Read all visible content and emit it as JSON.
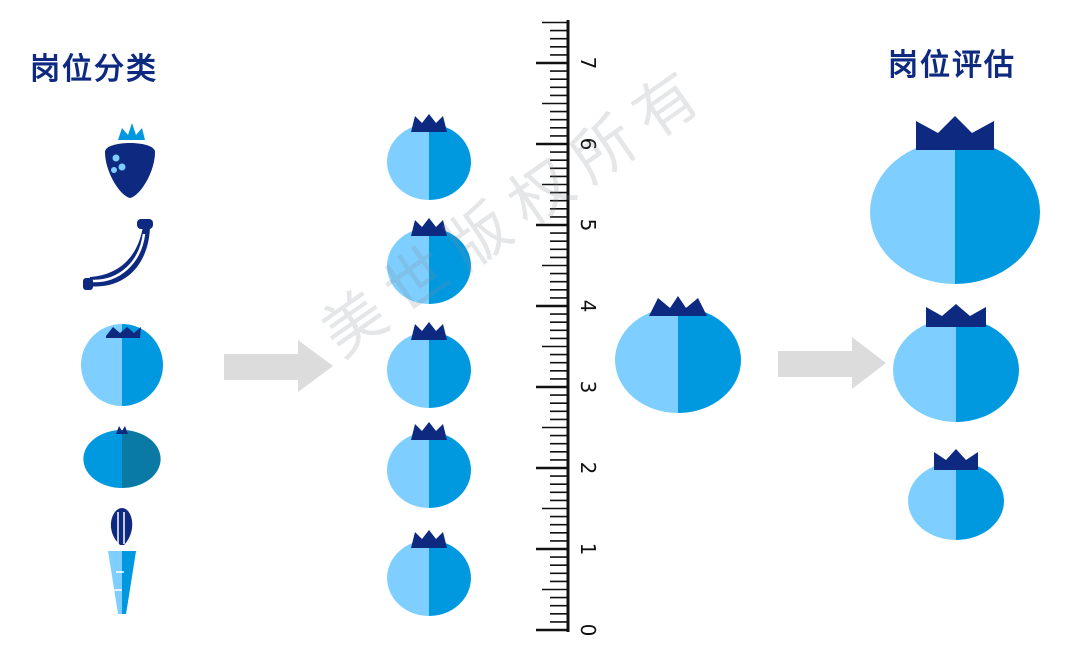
{
  "left_title": "岗位分类",
  "right_title": "岗位评估",
  "watermark": "美世版权所有",
  "ruler": {
    "min": 0,
    "max": 7,
    "labels": [
      "0",
      "1",
      "2",
      "3",
      "4",
      "5",
      "6",
      "7"
    ]
  },
  "colors": {
    "navy": "#0d2a80",
    "light_blue": "#7ecfff",
    "mid_blue": "#0099e0",
    "teal": "#0a7aa4",
    "arrow_gray": "#dcdcdc"
  },
  "icons": {
    "categories": [
      "strawberry-icon",
      "banana-icon",
      "blueberry-icon",
      "tomato-icon",
      "carrot-icon"
    ],
    "sorted_column": "blueberry-icon",
    "measured": "blueberry-icon",
    "evaluated": "blueberry-icon"
  }
}
